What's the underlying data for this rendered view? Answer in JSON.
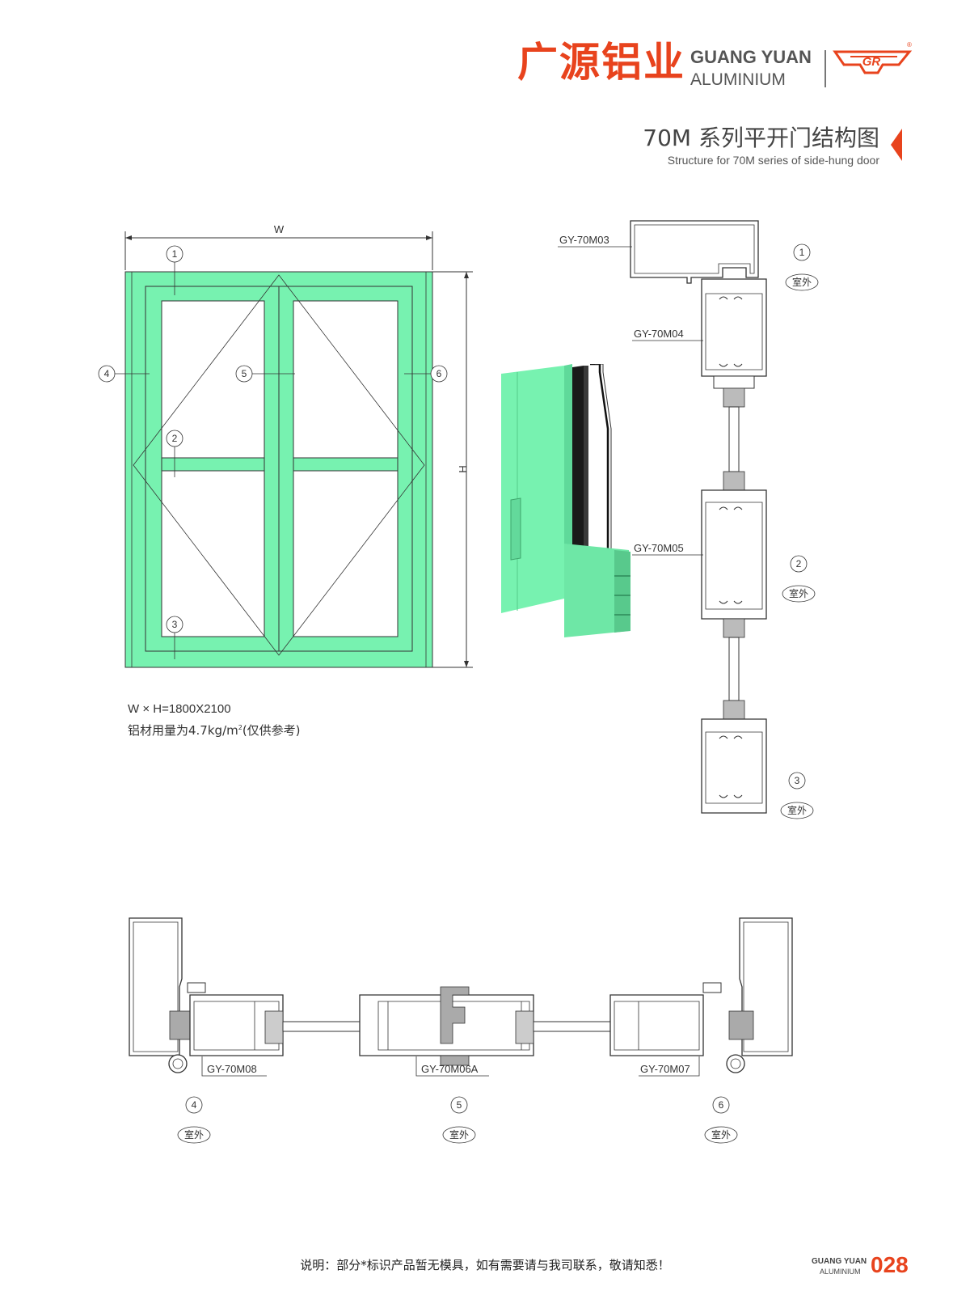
{
  "header": {
    "brand_cn": "广源铝业",
    "brand_en_line1": "GUANG YUAN",
    "brand_en_line2": "ALUMINIUM",
    "brand_mark": "GR",
    "title_cn": "70M 系列平开门结构图",
    "title_en": "Structure for 70M series of side-hung door"
  },
  "elevation": {
    "dim_w": "W",
    "dim_h": "H",
    "markers": [
      "1",
      "2",
      "3",
      "4",
      "5",
      "6"
    ],
    "spec_size": "W × H=1800X2100",
    "spec_weight_prefix": "铝材用量为4.7kg/m",
    "spec_weight_sup": "2",
    "spec_weight_suffix": "(仅供参考)"
  },
  "vertical_section": {
    "labels": [
      "GY-70M03",
      "GY-70M04",
      "GY-70M05"
    ],
    "markers": [
      "1",
      "2",
      "3"
    ],
    "outside_tag": "室外"
  },
  "horizontal_section": {
    "labels": [
      "GY-70M08",
      "GY-70M06A",
      "GY-70M07"
    ],
    "markers": [
      "4",
      "5",
      "6"
    ],
    "outside_tag": "室外"
  },
  "footer": {
    "note": "说明：部分*标识产品暂无模具，如有需要请与我司联系，敬请知悉！",
    "brand_line1": "GUANG YUAN",
    "brand_line2": "ALUMINIUM",
    "page_number": "028"
  },
  "colors": {
    "accent": "#e8431d",
    "frame_green": "#77f2b0",
    "line": "#333333"
  }
}
